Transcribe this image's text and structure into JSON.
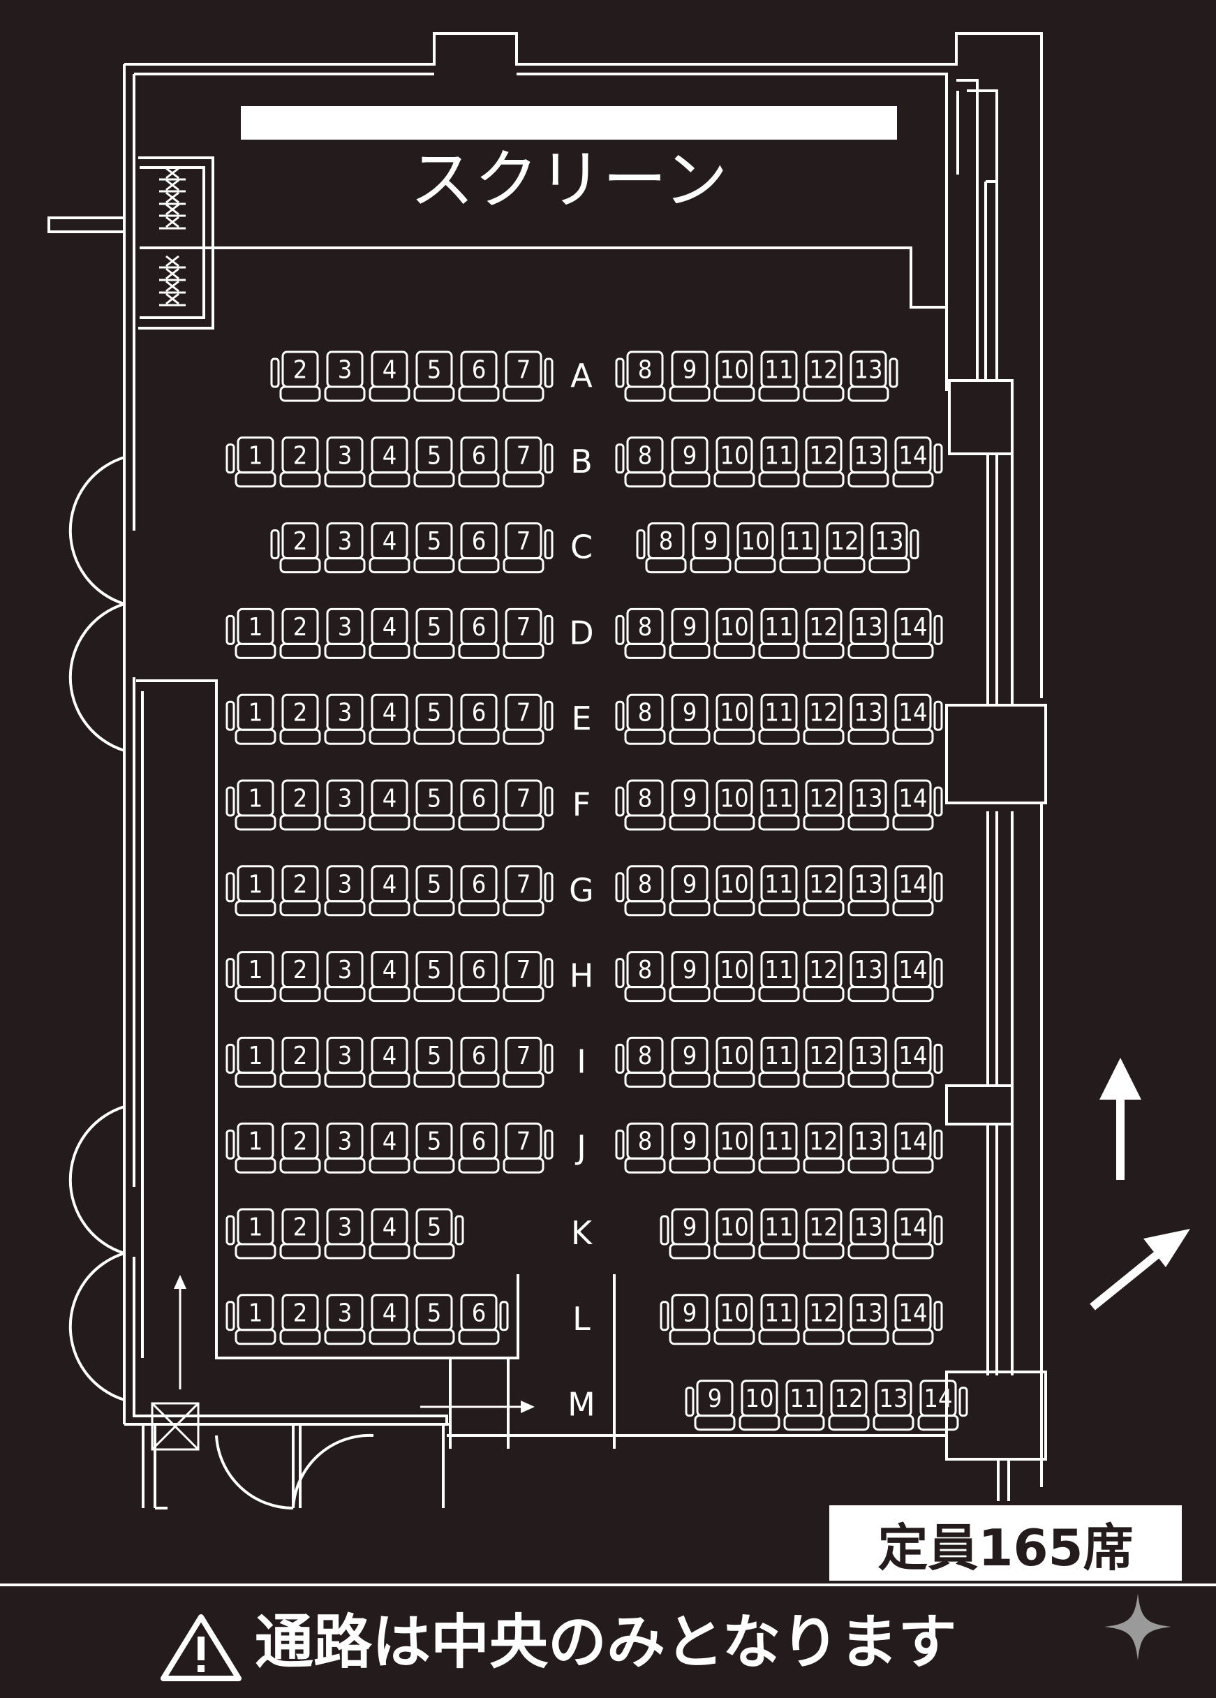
{
  "screen": {
    "label": "スクリーン"
  },
  "capacity": "定員165席",
  "notice": "通路は中央のみとなります",
  "icons": {
    "warning": "warning-triangle-icon",
    "sparkle": "sparkle-icon",
    "arrow_up": "arrow-up-icon",
    "arrow_diag": "arrow-up-right-icon",
    "arrow_right": "arrow-right-icon",
    "closed_box": "x-box-icon"
  },
  "colors": {
    "background": "#241c1c",
    "line": "#ffffff",
    "sparkle": "#9a9a9a"
  },
  "rows": [
    {
      "label": "A",
      "left": [
        2,
        3,
        4,
        5,
        6,
        7
      ],
      "right": [
        8,
        9,
        10,
        11,
        12,
        13
      ]
    },
    {
      "label": "B",
      "left": [
        1,
        2,
        3,
        4,
        5,
        6,
        7
      ],
      "right": [
        8,
        9,
        10,
        11,
        12,
        13,
        14
      ]
    },
    {
      "label": "C",
      "left": [
        2,
        3,
        4,
        5,
        6,
        7
      ],
      "right": [
        8,
        9,
        10,
        11,
        12,
        13
      ]
    },
    {
      "label": "D",
      "left": [
        1,
        2,
        3,
        4,
        5,
        6,
        7
      ],
      "right": [
        8,
        9,
        10,
        11,
        12,
        13,
        14
      ]
    },
    {
      "label": "E",
      "left": [
        1,
        2,
        3,
        4,
        5,
        6,
        7
      ],
      "right": [
        8,
        9,
        10,
        11,
        12,
        13,
        14
      ]
    },
    {
      "label": "F",
      "left": [
        1,
        2,
        3,
        4,
        5,
        6,
        7
      ],
      "right": [
        8,
        9,
        10,
        11,
        12,
        13,
        14
      ]
    },
    {
      "label": "G",
      "left": [
        1,
        2,
        3,
        4,
        5,
        6,
        7
      ],
      "right": [
        8,
        9,
        10,
        11,
        12,
        13,
        14
      ]
    },
    {
      "label": "H",
      "left": [
        1,
        2,
        3,
        4,
        5,
        6,
        7
      ],
      "right": [
        8,
        9,
        10,
        11,
        12,
        13,
        14
      ]
    },
    {
      "label": "I",
      "left": [
        1,
        2,
        3,
        4,
        5,
        6,
        7
      ],
      "right": [
        8,
        9,
        10,
        11,
        12,
        13,
        14
      ]
    },
    {
      "label": "J",
      "left": [
        1,
        2,
        3,
        4,
        5,
        6,
        7
      ],
      "right": [
        8,
        9,
        10,
        11,
        12,
        13,
        14
      ]
    },
    {
      "label": "K",
      "left": [
        1,
        2,
        3,
        4,
        5
      ],
      "right": [
        9,
        10,
        11,
        12,
        13,
        14
      ]
    },
    {
      "label": "L",
      "left": [
        1,
        2,
        3,
        4,
        5,
        6
      ],
      "right": [
        9,
        10,
        11,
        12,
        13,
        14
      ]
    },
    {
      "label": "M",
      "left": [],
      "right": [
        9,
        10,
        11,
        12,
        13,
        14
      ]
    }
  ]
}
